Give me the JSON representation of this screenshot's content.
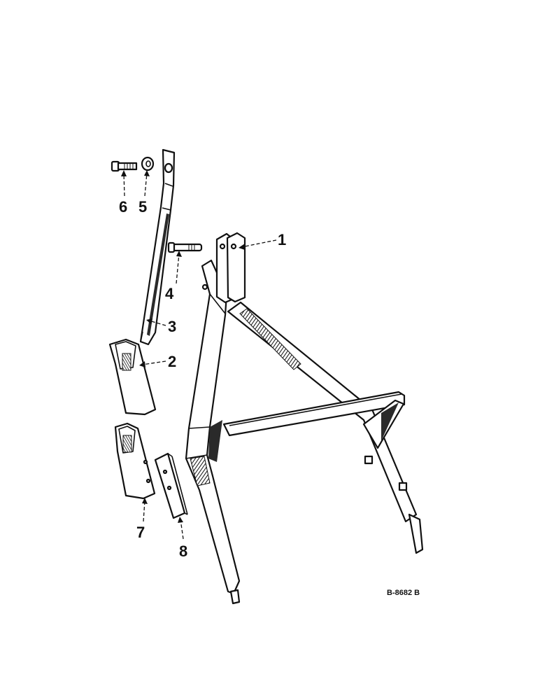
{
  "callouts": [
    {
      "id": "1",
      "label": "1"
    },
    {
      "id": "2",
      "label": "2"
    },
    {
      "id": "3",
      "label": "3"
    },
    {
      "id": "4",
      "label": "4"
    },
    {
      "id": "5",
      "label": "5"
    },
    {
      "id": "6",
      "label": "6"
    },
    {
      "id": "7",
      "label": "7"
    },
    {
      "id": "8",
      "label": "8"
    }
  ],
  "drawing_id": "B-8682 B",
  "colors": {
    "ink": "#111111",
    "paper": "#ffffff"
  }
}
